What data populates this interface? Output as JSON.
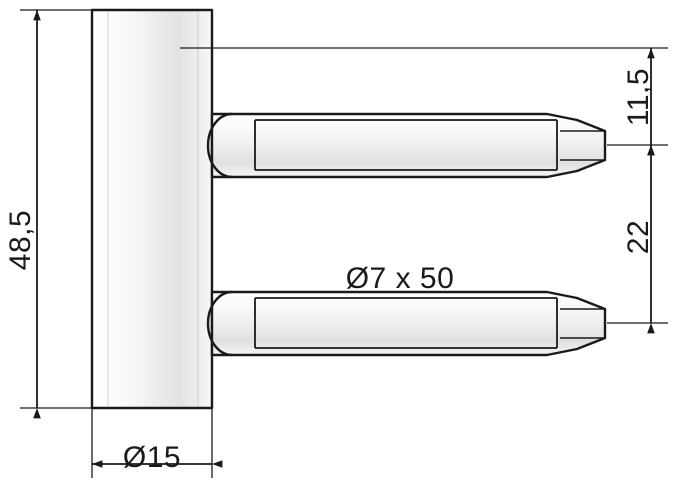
{
  "drawing": {
    "title": "hinge-pin-technical-drawing",
    "background_color": "#ffffff",
    "line_color": "#1a1a1a",
    "labels": {
      "height_overall": "48,5",
      "plate_width": "Ø15",
      "pin_offset_top": "11,5",
      "pin_spacing": "22",
      "pin_spec": "Ø7 x 50"
    }
  },
  "chart_data": {
    "type": "table",
    "title": "Technical dimension drawing of hinge with two pins",
    "categories": [
      "48,5",
      "Ø15",
      "11,5",
      "22",
      "Ø7 x 50"
    ],
    "values": [
      48.5,
      15,
      11.5,
      22,
      7
    ]
  }
}
